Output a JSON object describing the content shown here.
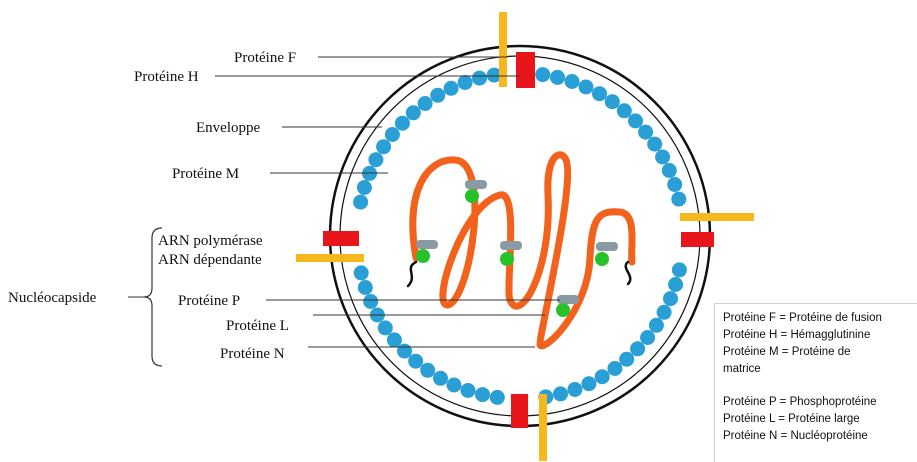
{
  "labels": {
    "proteine_f": "Protéine F",
    "proteine_h": "Protéine H",
    "enveloppe": "Enveloppe",
    "proteine_m": "Protéine M",
    "arn_line1": "ARN polymérase",
    "arn_line2": "ARN dépendante",
    "nucleocapside": "Nucléocapside",
    "proteine_p": "Protéine P",
    "proteine_l": "Protéine L",
    "proteine_n": "Protéine N"
  },
  "legend": {
    "f": "Protéine F = Protéine de fusion",
    "h": "Protéine H = Hémagglutinine",
    "m1": "Protéine M = Protéine de",
    "m2": "matrice",
    "p": "Protéine P = Phosphoprotéine",
    "l": "Protéine L = Protéine large",
    "n": "Protéine N = Nucléoprotéine"
  },
  "colors": {
    "envelope": "#111111",
    "matrix_protein_m": "#2a9fd6",
    "rna_strand": "#f2621d",
    "protein_f": "#f6b81c",
    "protein_h": "#e8151b",
    "protein_p_l": "#8a9aa2",
    "protein_n_bead": "#27c22a"
  }
}
